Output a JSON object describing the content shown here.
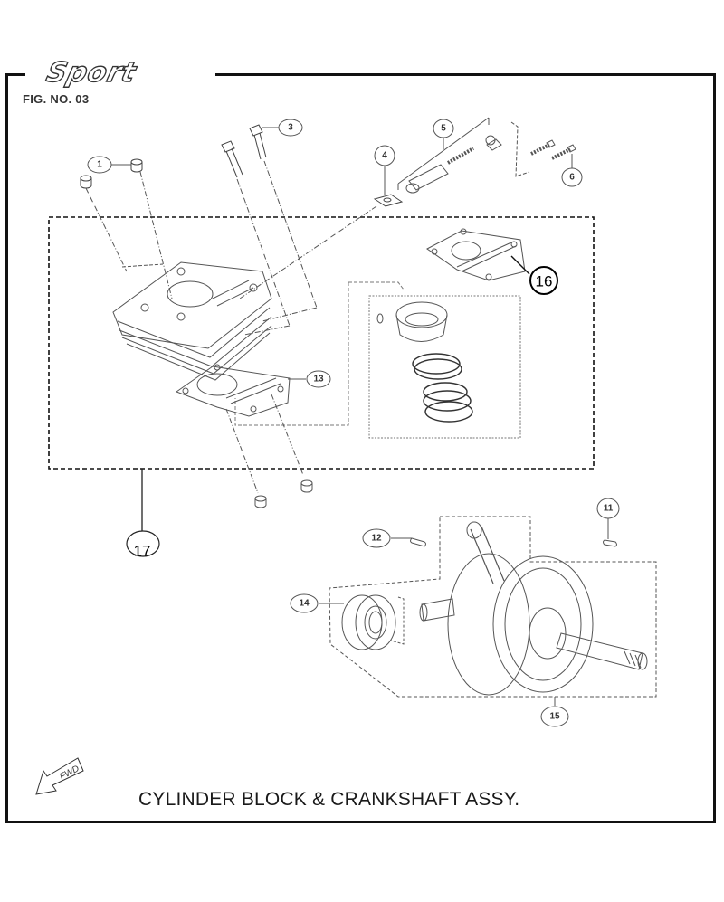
{
  "brand": {
    "logo_text": "Sport"
  },
  "figure": {
    "number_label": "FIG. NO. 03",
    "caption": "CYLINDER BLOCK & CRANKSHAFT ASSY.",
    "direction_marker": "FWD"
  },
  "callouts": [
    {
      "number": "1",
      "part": "dowel-pin"
    },
    {
      "number": "3",
      "part": "bolt"
    },
    {
      "number": "4",
      "part": "tensioner-gasket"
    },
    {
      "number": "5",
      "part": "cam-chain-tensioner"
    },
    {
      "number": "6",
      "part": "tensioner-bolts"
    },
    {
      "number": "11",
      "part": "key"
    },
    {
      "number": "12",
      "part": "key"
    },
    {
      "number": "13",
      "part": "cylinder-base-gasket"
    },
    {
      "number": "14",
      "part": "bearing"
    },
    {
      "number": "15",
      "part": "crankshaft-assembly"
    },
    {
      "number": "16",
      "part": "cylinder-head-gasket"
    },
    {
      "number": "17",
      "part": "cylinder-block-kit"
    }
  ]
}
